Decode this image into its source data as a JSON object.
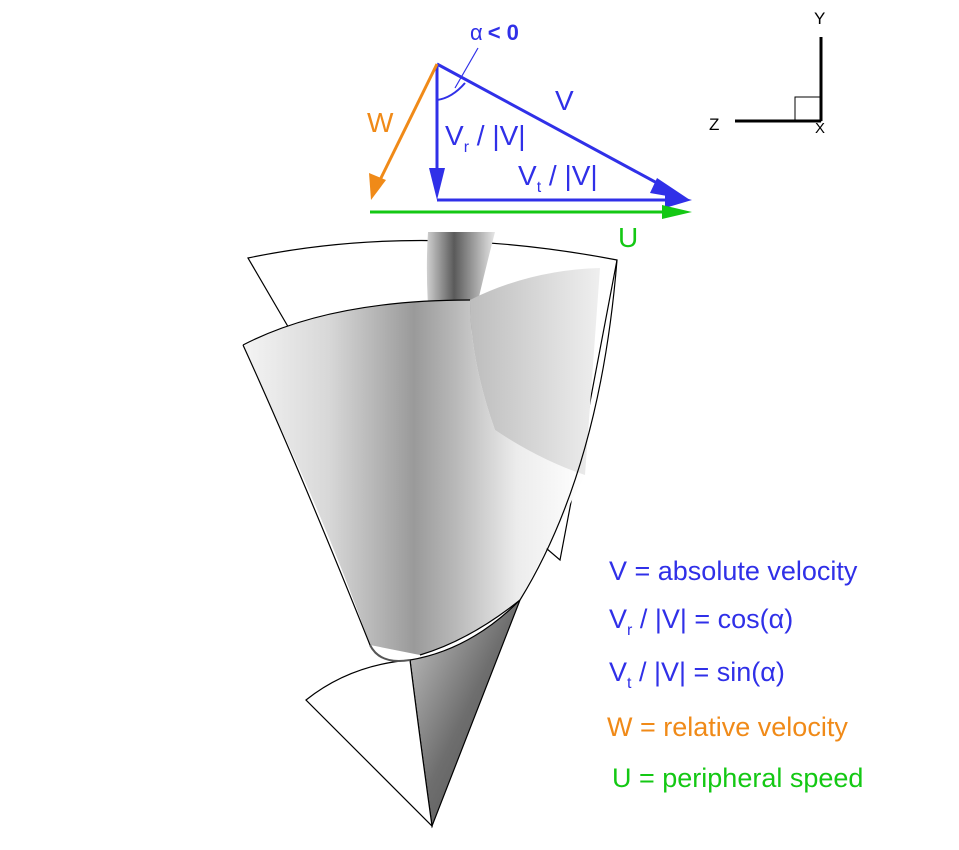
{
  "colors": {
    "absolute": "#3030e8",
    "relative": "#f08a18",
    "peripheral": "#14c814",
    "axes": "#000000"
  },
  "triangle": {
    "alpha_symbol": "α",
    "alpha_condition": "< 0",
    "v_label": "V",
    "w_label": "W",
    "u_label": "U",
    "vr_main": "V",
    "vr_sub": "r",
    "vr_rest": " / |V|",
    "vt_main": "V",
    "vt_sub": "t",
    "vt_rest": " / |V|"
  },
  "axes": {
    "y_label": "Y",
    "z_label": "Z",
    "x_label": "X"
  },
  "legend": {
    "v_line": "V = absolute velocity",
    "vr_main": "V",
    "vr_sub": "r",
    "vr_rest": " / |V| = cos(α)",
    "vt_main": "V",
    "vt_sub": "t",
    "vt_rest": " / |V| = sin(α)",
    "w_line": "W = relative velocity",
    "u_line": "U = peripheral speed"
  },
  "blade": {
    "shape": "helical inducer blade surface",
    "icon": "blade-surface"
  }
}
